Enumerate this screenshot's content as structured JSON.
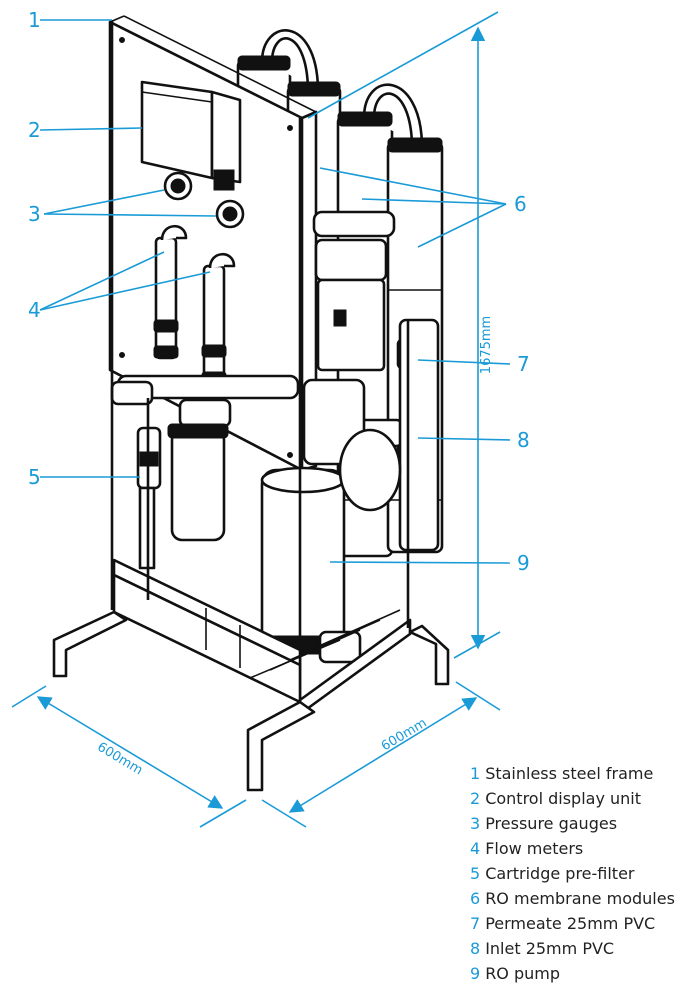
{
  "callouts": [
    "1",
    "2",
    "3",
    "4",
    "5",
    "6",
    "7",
    "8",
    "9"
  ],
  "dimensions": {
    "height": "1675mm",
    "width_left": "600mm",
    "width_right": "600mm"
  },
  "legend": [
    {
      "num": "1",
      "text": "Stainless steel frame"
    },
    {
      "num": "2",
      "text": "Control display unit"
    },
    {
      "num": "3",
      "text": "Pressure gauges"
    },
    {
      "num": "4",
      "text": "Flow meters"
    },
    {
      "num": "5",
      "text": "Cartridge pre-filter"
    },
    {
      "num": "6",
      "text": "RO membrane modules"
    },
    {
      "num": "7",
      "text": "Permeate 25mm PVC"
    },
    {
      "num": "8",
      "text": "Inlet 25mm PVC"
    },
    {
      "num": "9",
      "text": "RO pump"
    }
  ],
  "colors": {
    "accent": "#1a9bd7",
    "line_art": "#111111"
  }
}
